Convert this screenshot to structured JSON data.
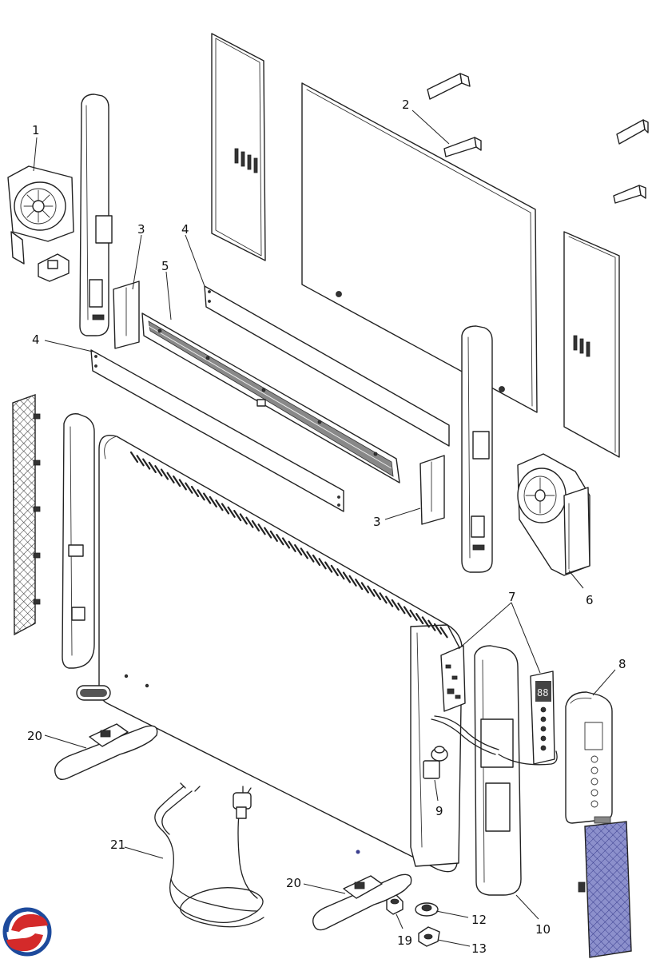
{
  "diagram": {
    "type": "exploded-parts-view",
    "colors": {
      "line": "#222222",
      "filter_blue": "#5a5fa8",
      "logo_blue": "#1d4a9c",
      "logo_red": "#d42a2a"
    },
    "callouts": [
      {
        "id": "c1",
        "number": "1"
      },
      {
        "id": "c2",
        "number": "2"
      },
      {
        "id": "c3a",
        "number": "3"
      },
      {
        "id": "c3b",
        "number": "3"
      },
      {
        "id": "c4a",
        "number": "4"
      },
      {
        "id": "c4b",
        "number": "4"
      },
      {
        "id": "c5",
        "number": "5"
      },
      {
        "id": "c6",
        "number": "6"
      },
      {
        "id": "c7",
        "number": "7"
      },
      {
        "id": "c8",
        "number": "8"
      },
      {
        "id": "c9",
        "number": "9"
      },
      {
        "id": "c10",
        "number": "10"
      },
      {
        "id": "c12",
        "number": "12"
      },
      {
        "id": "c13",
        "number": "13"
      },
      {
        "id": "c19",
        "number": "19"
      },
      {
        "id": "c20a",
        "number": "20"
      },
      {
        "id": "c20b",
        "number": "20"
      },
      {
        "id": "c21",
        "number": "21"
      }
    ],
    "display_readout": "88",
    "icons": [
      "manufacturer-logo-icon"
    ]
  }
}
